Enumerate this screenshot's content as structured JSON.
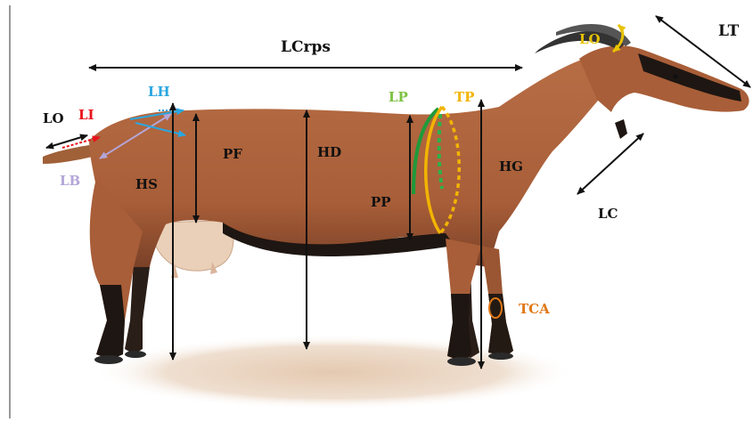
{
  "labels": {
    "lcrps": "LCrps",
    "lt": "LT",
    "lo_head": "LO",
    "lo_tail": "LO",
    "li": "LI",
    "lh": "LH",
    "lb": "LB",
    "lp": "LP",
    "tp": "TP",
    "hs": "HS",
    "pf": "PF",
    "hd": "HD",
    "pp": "PP",
    "hg": "HG",
    "lc": "LC",
    "tca": "TCA"
  },
  "colors": {
    "arrow": "#111111",
    "lo_head": "#e8c200",
    "li": "#e8141c",
    "lh": "#2aa6e0",
    "lb": "#b4a6d8",
    "lp": "#7cc242",
    "lp_line": "#1f9a3a",
    "tp": "#f2b400",
    "tca": "#e07818",
    "goat_body": "#b4673f",
    "goat_dark": "#1e1612",
    "udder": "#ead0b8",
    "ground": "#ead8c6"
  },
  "icons": {
    "goat": "goat-illustration",
    "frame": "left-frame-rule"
  }
}
